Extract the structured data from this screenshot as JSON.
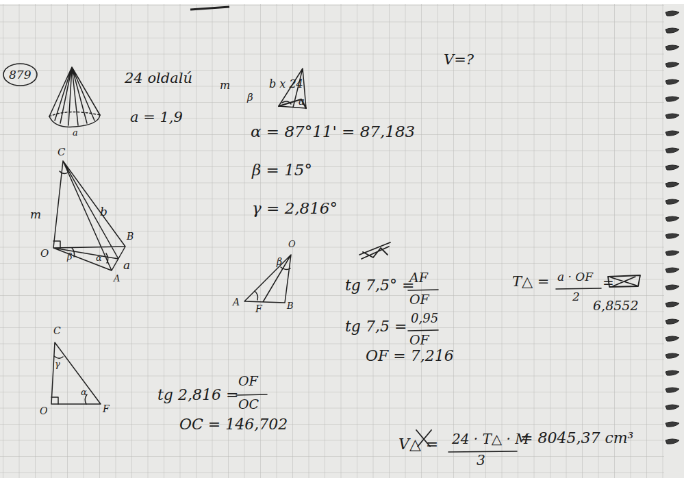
{
  "diagram": {
    "nodes": [
      {
        "text": [
          "879"
        ]
      }
    ],
    "labels": [
      "24 oldalú",
      "a = 1,9",
      "m",
      "b x 24",
      "β",
      "a",
      "V=?",
      "a",
      "α = 87°11' = 87,183",
      "β = 15°",
      "γ = 2,816°",
      "C",
      "m",
      "b",
      "O",
      "β",
      "α",
      "B",
      "a",
      "A",
      "O",
      "β",
      "A",
      "F",
      "B",
      "C",
      "γ",
      "O",
      "α",
      "F",
      "tg 7,5° =",
      "AF",
      "OF",
      "tg 7,5 =",
      "0,95",
      "OF",
      "OF = 7,216",
      "T△ =",
      "a · OF",
      "2",
      "=",
      "6,8552",
      "tg 2,816 =",
      "OF",
      "OC",
      "OC = 146,702",
      "V△ =",
      "24 · T△ · M",
      "3",
      "= 8045,37 cm³"
    ]
  }
}
